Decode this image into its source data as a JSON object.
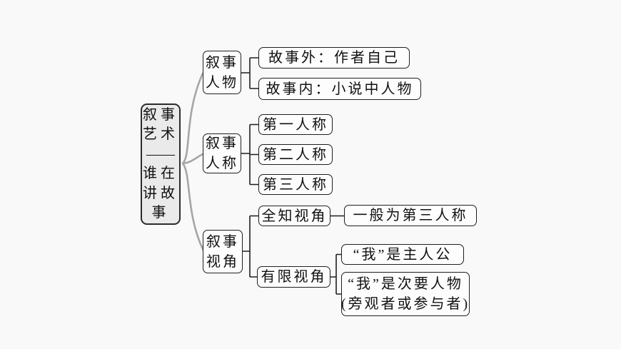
{
  "colors": {
    "background": "#f9f9f9",
    "root_fill": "#eaeaea",
    "box_fill": "#fdfdfd",
    "box_border": "#1f1f1f",
    "branch_curve": "#a6a6a6",
    "elbow_line": "#1f1f1f",
    "text": "#111111"
  },
  "mindmap": {
    "root": {
      "lines": [
        "叙事",
        "艺术",
        "——",
        "谁在",
        "讲故",
        "事"
      ]
    },
    "branch_people": {
      "label_lines": [
        "叙事",
        "人物"
      ],
      "children": {
        "outside": "故事外：作者自己",
        "inside": "故事内：小说中人物"
      }
    },
    "branch_person": {
      "label_lines": [
        "叙事",
        "人称"
      ],
      "children": {
        "first": "第一人称",
        "second": "第二人称",
        "third": "第三人称"
      }
    },
    "branch_perspective": {
      "label_lines": [
        "叙事",
        "视角"
      ],
      "children": {
        "omniscient": {
          "label": "全知视角",
          "note": "一般为第三人称"
        },
        "limited": {
          "label": "有限视角",
          "children": {
            "protagonist": "“我”是主人公",
            "secondary_line1": "“我”是次要人物",
            "secondary_line2": "(旁观者或参与者)"
          }
        }
      }
    }
  }
}
